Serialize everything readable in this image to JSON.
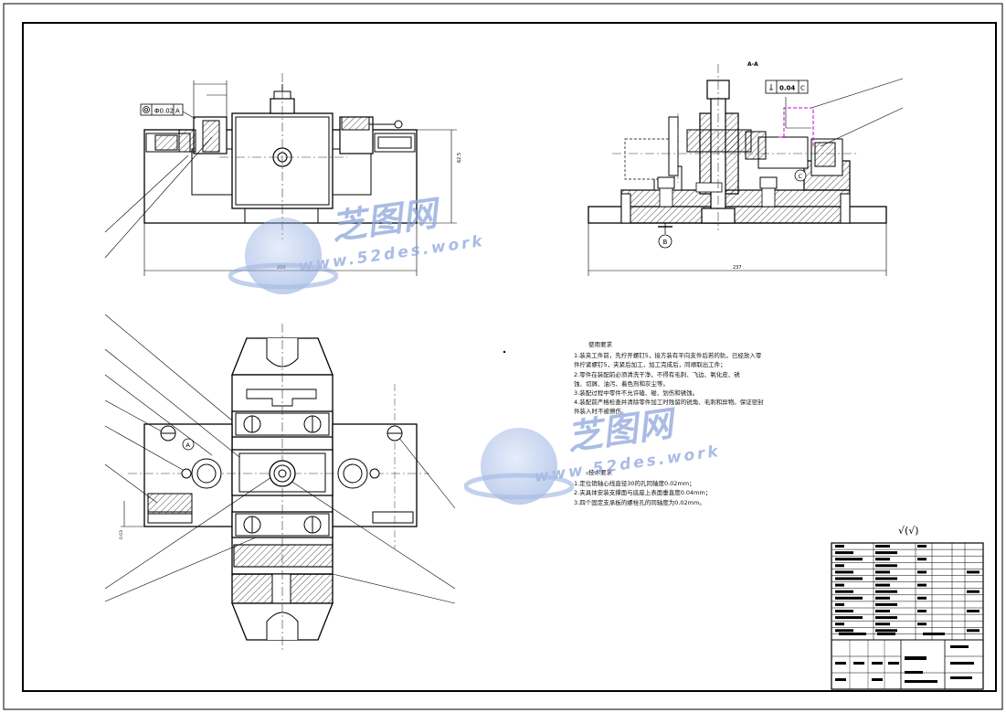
{
  "drawing": {
    "section_label": "A-A",
    "detail_label": "A",
    "datum_label": "B",
    "datum_c_label": "C",
    "flatness_value": "0.04",
    "flatness_datum": "C",
    "coaxiality_value": "Φ0.02",
    "coaxiality_datum": "A",
    "roughness_symbol": "√(√)",
    "front_width_dim": "200",
    "section_width_dim": "237",
    "height_dim": "62.5",
    "small_dim_label": "0.03"
  },
  "usage_notes": {
    "title": "使用要求",
    "lines": [
      "1.装夹工件前，先拧开螺钉5，接方装有平向支件后若的轨，已经放入零",
      "件拧紧螺钉5，夹紧后加工，加工完成后，同顺取出工件；",
      "2.零件在装配前必须清洗干净，不得有毛刺、飞边、氧化皮、锈",
      "蚀、切屑、油污、着色剂和灰尘等。",
      "3.装配过程中零件不允许磕、碰、划伤和锈蚀。",
      "4.装配前严格检查并清除零件加工时残留的锐角、毛刺和异物。保证密封",
      "件装入时不被擦伤。"
    ]
  },
  "tech_notes": {
    "title": "技术要求",
    "lines": [
      "1.定位销轴心线直径30的孔同轴度0.02mm；",
      "2.夹具体安装支撑面与底座上表面垂直度0.04mm；",
      "3.四个固定支承板的螺栓孔的同轴度为0.02mm。"
    ]
  },
  "watermark": {
    "name": "芝图网",
    "url": "www.52des.work"
  },
  "colors": {
    "line": "#000000",
    "guide": "#333333",
    "accent": "#cc00cc",
    "watermark": "#8ea6dc"
  }
}
